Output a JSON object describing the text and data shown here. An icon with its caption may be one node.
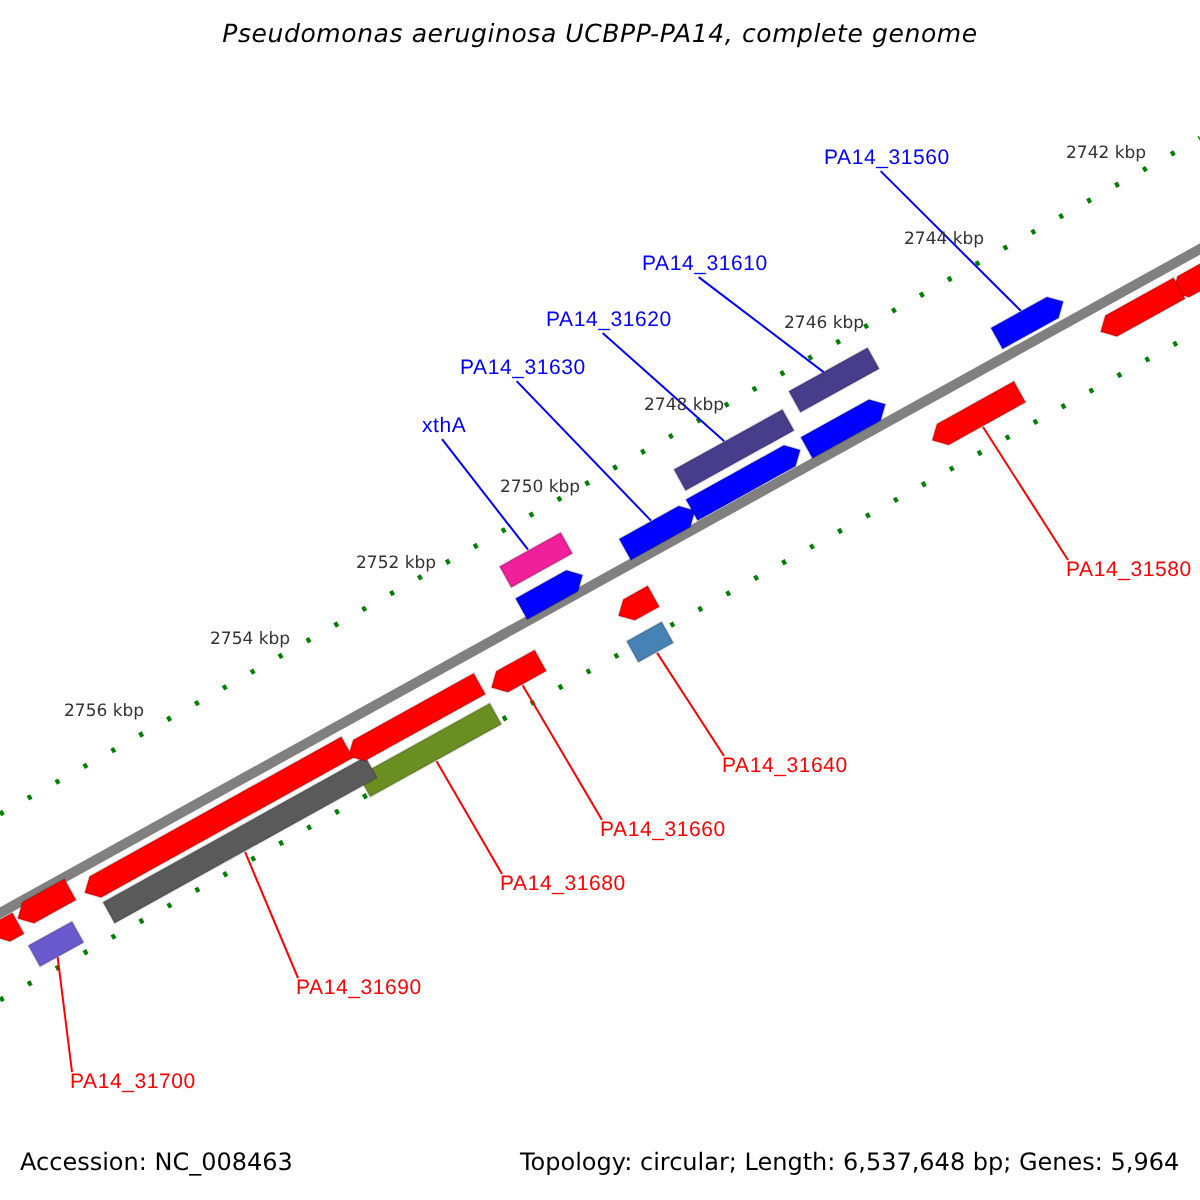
{
  "diagram": {
    "title": "Pseudomonas aeruginosa UCBPP-PA14, complete genome",
    "nodes": [
      {
        "text": [
          "PA14_31560"
        ]
      },
      {
        "text": [
          "PA14_31610"
        ]
      },
      {
        "text": [
          "PA14_31620"
        ]
      },
      {
        "text": [
          "PA14_31630"
        ]
      },
      {
        "text": [
          "xthA"
        ]
      },
      {
        "text": [
          "PA14_31580"
        ]
      },
      {
        "text": [
          "PA14_31640"
        ]
      },
      {
        "text": [
          "PA14_31660"
        ]
      },
      {
        "text": [
          "PA14_31680"
        ]
      },
      {
        "text": [
          "PA14_31690"
        ]
      },
      {
        "text": [
          "PA14_31700"
        ]
      },
      {
        "text": [],
        "shape": "bar"
      },
      {
        "text": [],
        "shape": "bar"
      },
      {
        "text": [],
        "shape": "bar"
      },
      {
        "text": [],
        "shape": "bar"
      },
      {
        "text": [],
        "shape": "bar"
      },
      {
        "text": [],
        "shape": "bar"
      },
      {
        "text": [],
        "shape": "bar"
      },
      {
        "text": [],
        "shape": "bar"
      },
      {
        "text": [],
        "shape": "bar"
      },
      {
        "text": [],
        "shape": "bar"
      },
      {
        "text": [],
        "shape": "bar"
      },
      {
        "text": [],
        "shape": "bar"
      },
      {
        "text": [],
        "shape": "bar"
      },
      {
        "text": [],
        "shape": "bar"
      },
      {
        "text": [],
        "shape": "bar"
      },
      {
        "text": [],
        "shape": "bar"
      },
      {
        "text": [],
        "shape": "bar"
      },
      {
        "text": [],
        "shape": "bar"
      },
      {
        "text": [],
        "shape": "bar"
      },
      {
        "text": [],
        "shape": "bar"
      },
      {
        "text": [],
        "shape": "bar"
      }
    ],
    "edges": [
      {
        "from": 0,
        "to": 11,
        "arrow": "none",
        "color": "#0000ff"
      },
      {
        "from": 1,
        "to": 12,
        "arrow": "none",
        "color": "#0000ff"
      },
      {
        "from": 2,
        "to": 13,
        "arrow": "none",
        "color": "#0000ff"
      },
      {
        "from": 3,
        "to": 14,
        "arrow": "none",
        "color": "#0000ff"
      },
      {
        "from": 4,
        "to": 15,
        "arrow": "none",
        "color": "#0000ff"
      },
      {
        "from": 5,
        "to": 16,
        "arrow": "none"
      },
      {
        "from": 6,
        "to": 17,
        "arrow": "none"
      },
      {
        "from": 7,
        "to": 18,
        "arrow": "none"
      },
      {
        "from": 8,
        "to": 19,
        "arrow": "none"
      },
      {
        "from": 9,
        "to": 20,
        "arrow": "none"
      },
      {
        "from": 10,
        "to": 21,
        "arrow": "none"
      }
    ],
    "labels": [
      "2742 kbp",
      "2744 kbp",
      "2746 kbp",
      "2748 kbp",
      "2750 kbp",
      "2752 kbp",
      "2754 kbp",
      "2756 kbp",
      "Accession: NC_008463",
      "Topology: circular; Length: 6,537,648 bp; Genes: 5,964"
    ]
  }
}
